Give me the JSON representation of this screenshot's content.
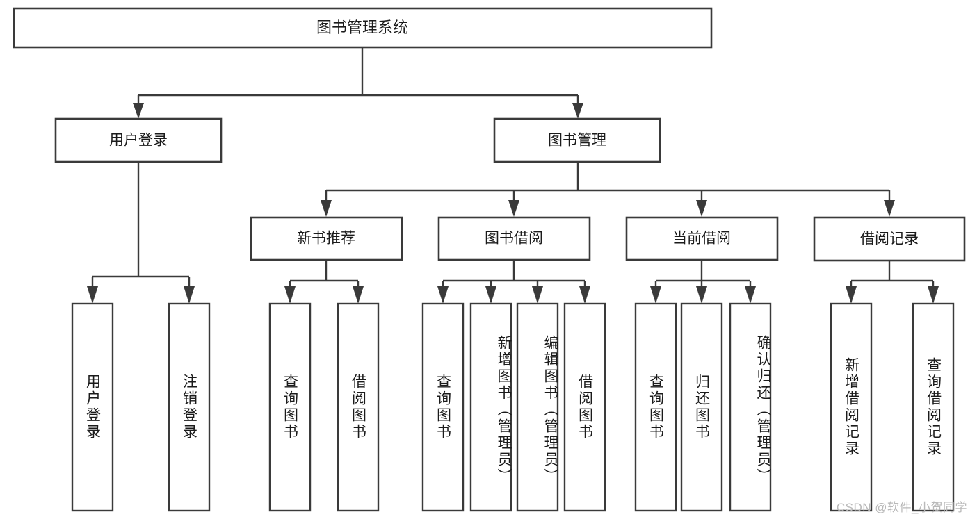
{
  "diagram": {
    "title": "图书管理系统",
    "watermark": "CSDN @软件_小贺同学",
    "root": {
      "label": "图书管理系统"
    },
    "level1": [
      {
        "label": "用户登录"
      },
      {
        "label": "图书管理"
      }
    ],
    "level2": [
      {
        "label": "新书推荐"
      },
      {
        "label": "图书借阅"
      },
      {
        "label": "当前借阅"
      },
      {
        "label": "借阅记录"
      }
    ],
    "leaves": {
      "user_login": [
        {
          "label": "用户登录"
        },
        {
          "label": "注销登录"
        }
      ],
      "new_book": [
        {
          "label": "查询图书"
        },
        {
          "label": "借阅图书"
        }
      ],
      "book_borrow": [
        {
          "label": "查询图书"
        },
        {
          "label": "新增图书（管理员）"
        },
        {
          "label": "编辑图书（管理员）"
        },
        {
          "label": "借阅图书"
        }
      ],
      "current_borrow": [
        {
          "label": "查询图书"
        },
        {
          "label": "归还图书"
        },
        {
          "label": "确认归还（管理员）"
        }
      ],
      "borrow_record": [
        {
          "label": "新增借阅记录"
        },
        {
          "label": "查询借阅记录"
        }
      ]
    },
    "colors": {
      "stroke": "#3a3a3a",
      "text": "#1b1b1b",
      "background": "#ffffff",
      "watermark": "#b9b9b9"
    }
  }
}
